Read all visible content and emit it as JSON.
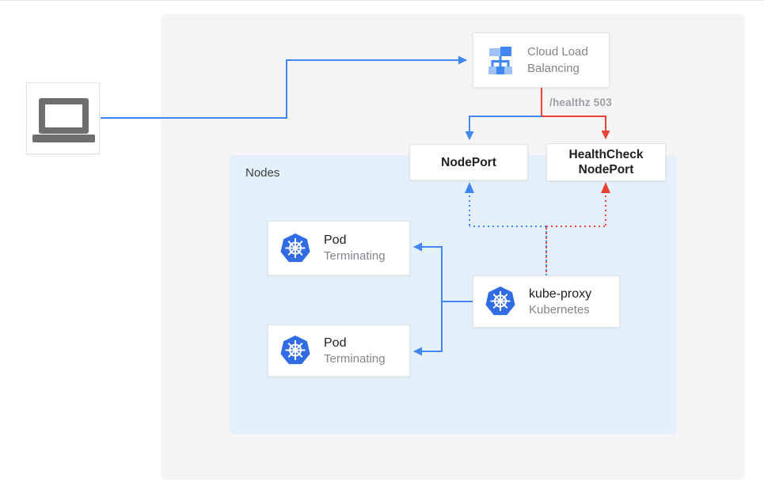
{
  "diagram": {
    "nodes_container_label": "Nodes"
  },
  "boxes": {
    "client": {
      "icon": "laptop-icon"
    },
    "cloud_load_balancing": {
      "label": "Cloud Load Balancing",
      "icon": "cloud-load-balancing-icon"
    },
    "nodeport": {
      "label": "NodePort"
    },
    "healthcheck_nodeport": {
      "label": "HealthCheck NodePort"
    },
    "pod1": {
      "title": "Pod",
      "status": "Terminating",
      "icon": "kubernetes-icon"
    },
    "pod2": {
      "title": "Pod",
      "status": "Terminating",
      "icon": "kubernetes-icon"
    },
    "kube_proxy": {
      "title": "kube-proxy",
      "subtitle": "Kubernetes",
      "icon": "kubernetes-icon"
    }
  },
  "edges": {
    "healthz_label": "/healthz 503"
  },
  "colors": {
    "arrow_blue": "#4285f4",
    "arrow_red": "#ea4335",
    "nodes_bg": "#e4f0fb",
    "canvas_bg": "#f5f5f6",
    "kubernetes_blue": "#326ce5",
    "icon_light_blue": "#9ec1f7",
    "muted_text": "#80868b",
    "dark_text": "#212121",
    "healthz_text": "#9aa0a6",
    "laptop_gray": "#6e6e6e"
  }
}
